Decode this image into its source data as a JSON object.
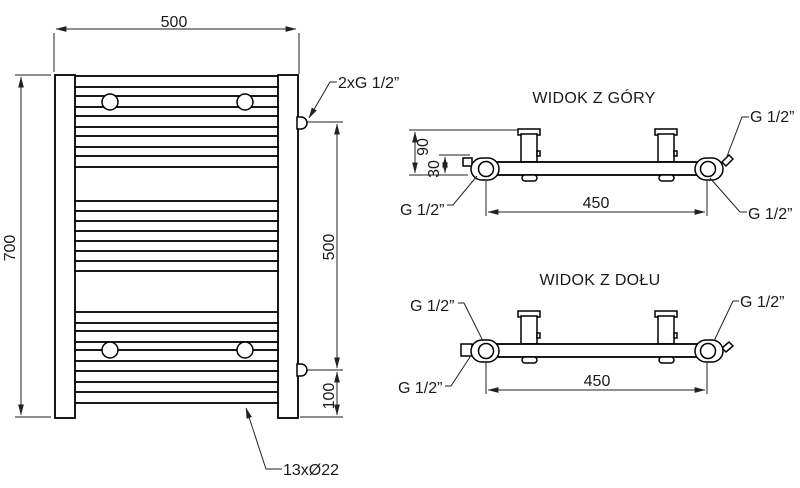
{
  "front_view": {
    "dim_width": "500",
    "dim_height": "700",
    "dim_connections": "500",
    "dim_bottom_offset": "100",
    "label_connections": "2xG 1/2”",
    "label_tubes": "13xØ22"
  },
  "top_view": {
    "title": "WIDOK Z GÓRY",
    "dim_depth": "90",
    "dim_offset": "30",
    "dim_spacing": "450",
    "label_right_top": "G 1/2”",
    "label_left_bottom": "G 1/2”",
    "label_right_bottom": "G 1/2”"
  },
  "bottom_view": {
    "title": "WIDOK Z DOŁU",
    "dim_spacing": "450",
    "label_left_top": "G 1/2”",
    "label_right_top": "G 1/2”",
    "label_left_bottom": "G 1/2”"
  }
}
